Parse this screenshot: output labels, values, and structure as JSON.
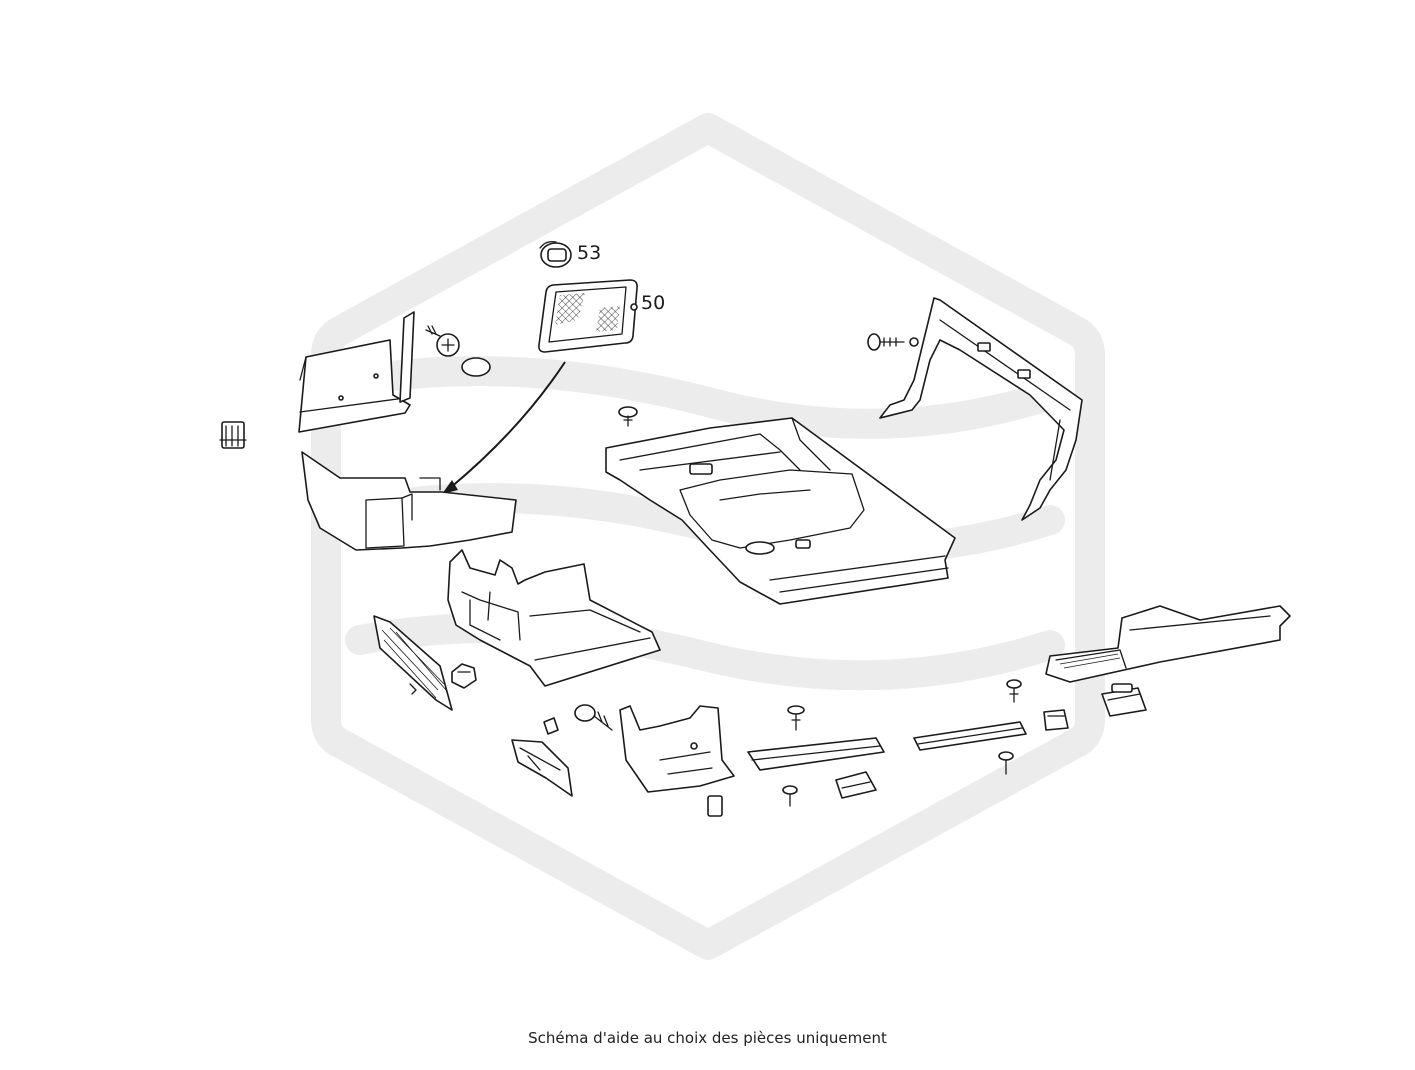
{
  "diagram": {
    "callouts": [
      {
        "id": "53",
        "label": "53"
      },
      {
        "id": "50",
        "label": "50"
      }
    ],
    "caption": "Schéma d'aide au choix des pièces uniquement"
  },
  "colors": {
    "watermark": "#ececec",
    "line": "#1a1a1a",
    "background": "#ffffff"
  }
}
